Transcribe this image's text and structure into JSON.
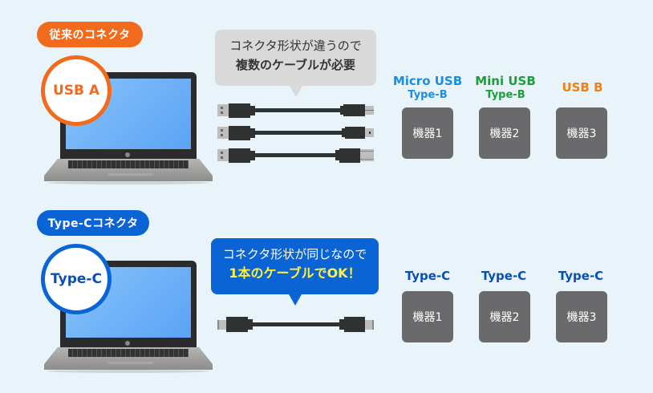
{
  "colors": {
    "background": "#e8f4fa",
    "orange": "#f26b1d",
    "blue": "#0a64d6",
    "micro_usb": "#1a8ee0",
    "mini_usb": "#1e9c3a",
    "usb_b": "#f0800f",
    "device_box": "#6a6a6c",
    "highlight_yellow": "#fff33a"
  },
  "legacy": {
    "pill_label": "従来のコネクタ",
    "circle_label": "USB A",
    "bubble": {
      "line1": "コネクタ形状が違うので",
      "line2": "複数のケーブルが必要"
    },
    "cables": [
      {
        "from": "USB A",
        "to": "Micro USB Type-B"
      },
      {
        "from": "USB A",
        "to": "Mini USB Type-B"
      },
      {
        "from": "USB A",
        "to": "USB B"
      }
    ],
    "devices": [
      {
        "label_line1": "Micro USB",
        "label_line2": "Type-B",
        "name": "機器1"
      },
      {
        "label_line1": "Mini USB",
        "label_line2": "Type-B",
        "name": "機器2"
      },
      {
        "label_line1": "USB B",
        "label_line2": "",
        "name": "機器3"
      }
    ]
  },
  "typec": {
    "pill_label": "Type-Cコネクタ",
    "circle_label": "Type-C",
    "bubble": {
      "line1": "コネクタ形状が同じなので",
      "line2": "1本のケーブルでOK！"
    },
    "cables": [
      {
        "from": "Type-C",
        "to": "Type-C"
      }
    ],
    "devices": [
      {
        "label": "Type-C",
        "name": "機器1"
      },
      {
        "label": "Type-C",
        "name": "機器2"
      },
      {
        "label": "Type-C",
        "name": "機器3"
      }
    ]
  }
}
